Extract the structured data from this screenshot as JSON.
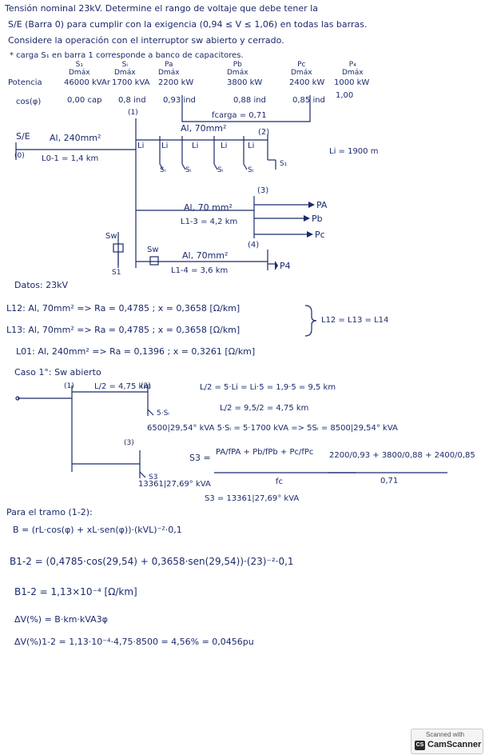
{
  "header": {
    "line1": "Tensión nominal 23kV. Determine el rango de voltaje que debe tener la",
    "line2": "S/E (Barra 0) para cumplir con la exigencia (0,94 ≤ V ≤ 1,06) en todas las barras.",
    "line3": "Considere la operación con el interruptor sw abierto y cerrado.",
    "line4": "* carga S₁ en barra 1 corresponde a banco de capacitores."
  },
  "load_table": {
    "columns": [
      "S₁\nDmáx",
      "Sᵢ\nDmáx",
      "Pa\nDmáx",
      "Pb\nDmáx",
      "Pc\nDmáx",
      "P₄\nDmáx"
    ],
    "row_potencia_label": "Potencia",
    "row_potencia": [
      "46000 kVAr",
      "1700 kVA",
      "2200 kW",
      "3800 kW",
      "2400 kW",
      "1000 kW"
    ],
    "row_cos_label": "cos(φ)",
    "row_cos": [
      "0,00 cap",
      "0,8 ind",
      "0,93 ind",
      "0,88 ind",
      "0,85 ind",
      "1,00"
    ],
    "fcarga": "fcarga = 0,71"
  },
  "diagram": {
    "bus0": "S/E",
    "bus0_num": "(0)",
    "line01_cond": "Al, 240mm²",
    "line01_len": "L0-1 = 1,4 km",
    "bus1": "(1)",
    "line12_cond": "Al, 70mm²",
    "bus2": "(2)",
    "li": "Li",
    "si": "Sᵢ",
    "s1": "S₁",
    "li_len": "Li = 1900 m",
    "bus3": "(3)",
    "line13_cond": "Al, 70 mm²",
    "line13_len": "L1-3 = 4,2 km",
    "pa": "PA",
    "pb": "Pb",
    "pc": "Pc",
    "sw": "Sw",
    "bus4": "(4)",
    "line14_cond": "Al, 70mm²",
    "line14_len": "L1-4 = 3,6 km",
    "p4": "P4",
    "s1_bottom": "S1"
  },
  "datos": {
    "label": "Datos: 23kV",
    "l12": "L12: Al, 70mm² => Ra = 0,4785 ; x = 0,3658 [Ω/km]",
    "l13": "L13: Al, 70mm² => Ra = 0,4785 ; x = 0,3658 [Ω/km]",
    "brace_note": "L12 = L13 = L14",
    "l01": "L01: Al, 240mm² => Ra = 0,1396 ; x = 0,3261 [Ω/km]"
  },
  "caso1": {
    "title": "Caso 1°: Sw abierto",
    "n1": "(1)",
    "l12_label": "L/2 = 4,75 km",
    "n2": "(2)",
    "ss": "5·Sᵢ",
    "eq_l": "L/2 = 5·Li = Li·5 = 1,9·5 = 9,5 km",
    "eq_half": "L/2 = 9,5/2 = 4,75 km",
    "eq_s": "6500|29,54° kVA   5·Sᵢ = 5·1700 kVA => 5Sᵢ = 8500|29,54° kVA",
    "n3": "(3)",
    "s3_node": "S3",
    "s3_val": "13361|27,69° kVA",
    "s3_formula_left": "S3 =",
    "s3_terms": "PA/fPA + Pb/fPb + Pc/fPc",
    "s3_den": "fc",
    "s3_nums": "2200/0,93 + 3800/0,88 + 2400/0,85",
    "s3_den_val": "0,71",
    "s3_result": "S3 = 13361|27,69° kVA"
  },
  "tramo": {
    "title": "Para el tramo (1-2):",
    "b_formula": "B = (rL·cos(φ) + xL·sen(φ))·(kVL)⁻²·0,1",
    "b12_formula": "B1-2 = (0,4785·cos(29,54) + 0,3658·sen(29,54))·(23)⁻²·0,1",
    "b12_value": "B1-2 = 1,13×10⁻⁴ [Ω/km]",
    "dv_formula": "ΔV(%) = B·km·kVA3φ",
    "dv12": "ΔV(%)1-2 = 1,13·10⁻⁴·4,75·8500 = 4,56% = 0,0456pu"
  },
  "scanner": {
    "line1": "Scanned with",
    "logo": "CS",
    "line2": "CamScanner"
  }
}
